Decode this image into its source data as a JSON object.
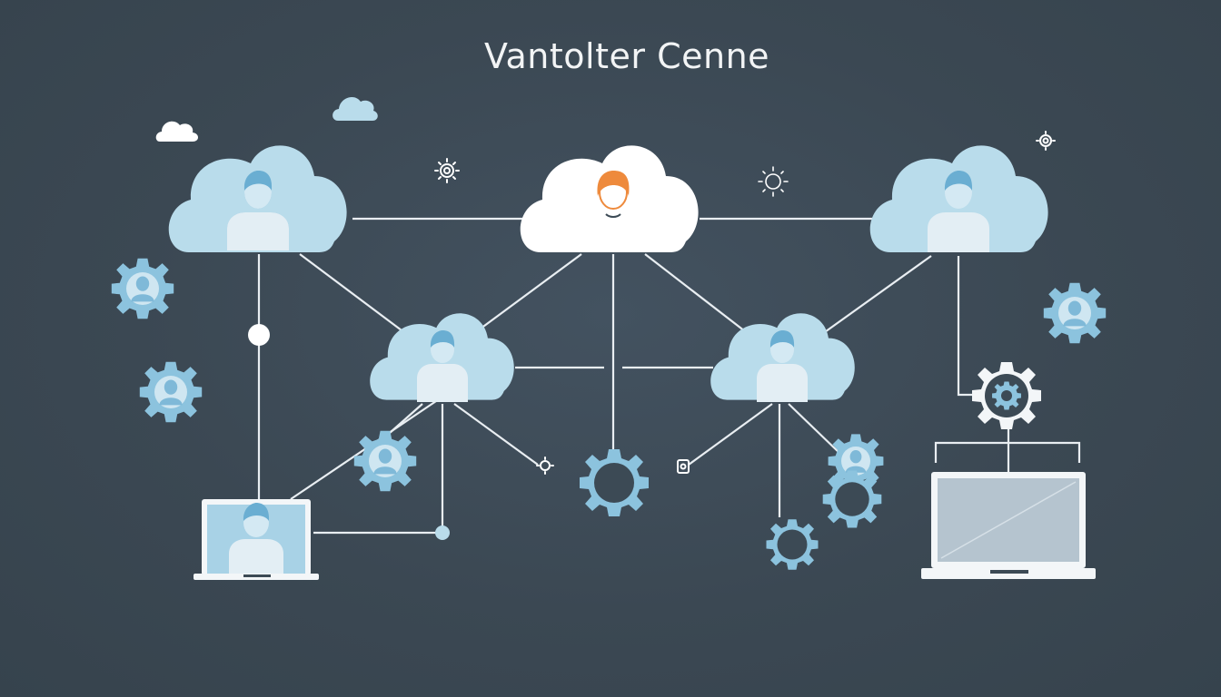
{
  "title": "Vantolter Cenne",
  "colors": {
    "background": "#3c4a55",
    "line": "#e9eef2",
    "cloud": "#b9dceb",
    "cloud_center": "#ffffff",
    "person": "#7fb9d8",
    "person_body": "#e3eef4",
    "gear": "#8cc3de",
    "accent_hair": "#ee8a3c",
    "laptop_frame": "#f3f6f8",
    "laptop_screen_right": "#b5c4cf"
  },
  "nodes": {
    "cloud_left": "person-cloud",
    "cloud_center": "central-person-cloud",
    "cloud_right": "person-cloud",
    "cloud_mid_left": "person-cloud",
    "cloud_mid_right": "person-cloud",
    "laptop_left": "laptop-with-person",
    "laptop_right": "laptop-blank-screen"
  }
}
